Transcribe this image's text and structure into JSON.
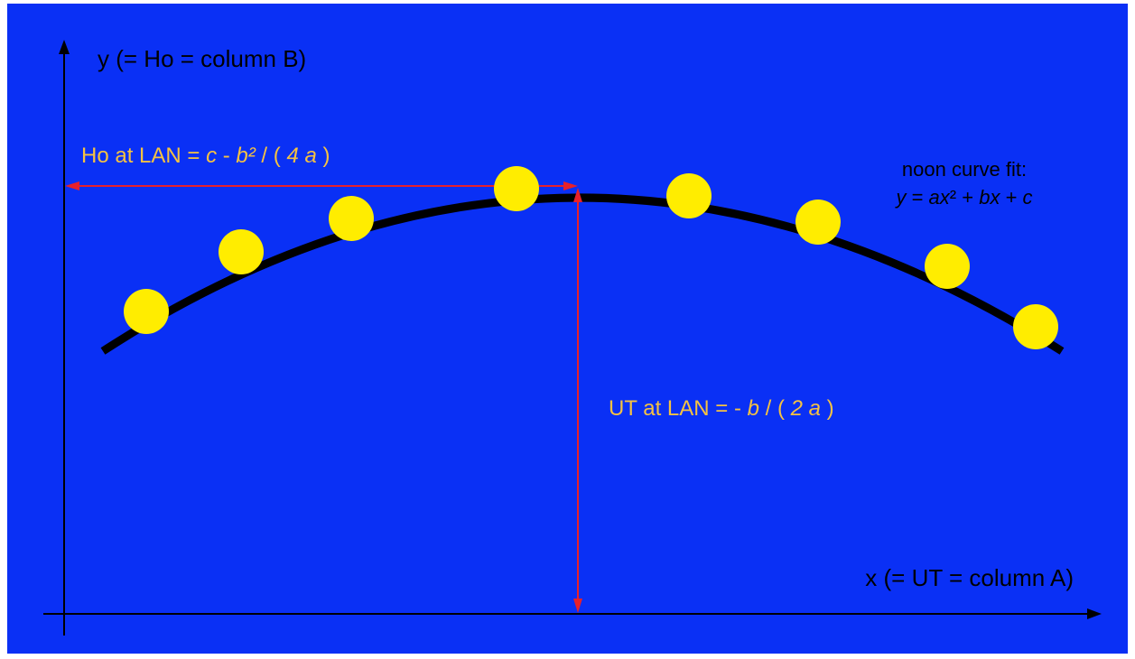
{
  "colors": {
    "background": "#0a30f5",
    "axis": "#000000",
    "curve": "#000000",
    "points": "#ffed00",
    "arrows": "#e8202a",
    "label_black": "#000000",
    "label_orange": "#f5c242"
  },
  "axes": {
    "y_label": "y (= Ho = column B)",
    "x_label": "x (= UT = column A)"
  },
  "ho_label": {
    "prefix": "Ho at LAN = ",
    "c": "c",
    "minus": " - ",
    "b": "b",
    "sq": "²",
    "mid": " / ( ",
    "four_a": "4 a",
    "close": " )"
  },
  "ut_label": {
    "prefix": "UT at LAN = - ",
    "b": "b",
    "mid": " / ( ",
    "two_a": "2 a",
    "close": " )"
  },
  "fit_label": {
    "line1": "noon curve fit:",
    "y": "y",
    "eq": " = ",
    "a": "a",
    "x1": "x",
    "sq": "²",
    "plus1": " + ",
    "b": "b",
    "x2": "x",
    "plus2": " + ",
    "c": "c"
  },
  "icons": {
    "y_axis_arrow": "arrow-up-icon",
    "x_axis_arrow": "arrow-right-icon"
  }
}
